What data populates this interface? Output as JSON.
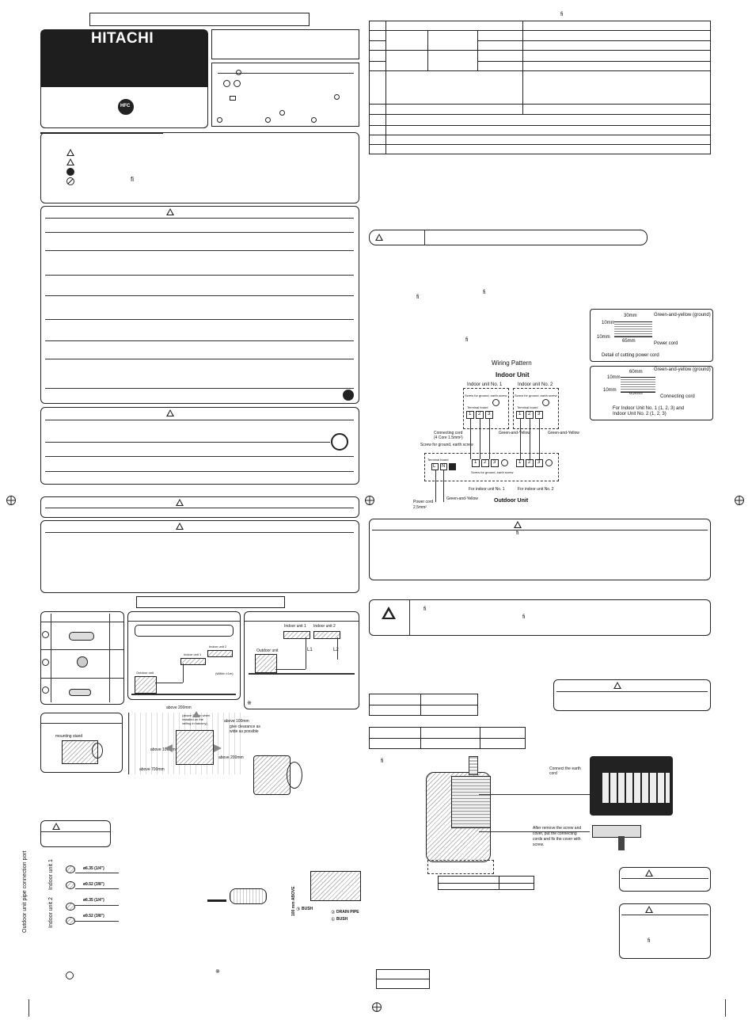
{
  "brand": {
    "logo": "HITACHI",
    "badge": "HFC"
  },
  "symbol_fi": "ﬁ",
  "wiring": {
    "title": "Wiring Pattern",
    "indoor_unit": "Indoor Unit",
    "indoor_no1": "Indoor unit No. 1",
    "indoor_no2": "Indoor unit No. 2",
    "screw_ground": "Screw for ground, earth screw",
    "terminal_board": "Terminal board",
    "terminals": [
      "1",
      "2",
      "3"
    ],
    "connecting_cord": "Connecting cord",
    "connecting_cord_spec": "(4 Core 1.5mm²)",
    "green_yellow": "Green-and-Yellow",
    "screw_ground_left": "Screw for ground, earth screw",
    "power_terminals": [
      "L",
      "N",
      "⏚"
    ],
    "for_no1": "For indoor unit No. 1",
    "for_no2": "For indoor unit No. 2",
    "outdoor_unit": "Outdoor Unit",
    "power_cord": "Power cord",
    "power_cord_spec": "2.5mm²",
    "ground_label": "Green-and-Yellow"
  },
  "cutting": {
    "power": {
      "top": "30mm",
      "left": "10mm",
      "left2": "10mm",
      "bottom": "65mm",
      "ground": "Green-and-yellow (ground)",
      "cord": "Power cord",
      "caption": "Detail of cutting power cord"
    },
    "connecting": {
      "top": "60mm",
      "left": "10mm",
      "left2": "10mm",
      "bottom": "65mm",
      "ground": "Green-and-yellow (ground)",
      "cord": "Connecting cord",
      "caption1": "For Indoor Unit No. 1 (1, 2, 3) and",
      "caption2": "Indoor Unit No. 2 (1, 2, 3)"
    }
  },
  "install": {
    "indoor1": "Indoor unit 1",
    "indoor2": "Indoor unit 2",
    "outdoor": "Outdoor unit",
    "l1": "L1",
    "l2": "L2",
    "within": "(Within ±1m)",
    "above200": "above 200mm",
    "above200_note1": "(above 50mm when",
    "above200_note2": "installed on the",
    "above200_note3": "ceiling in balcony)",
    "above100": "above 100mm",
    "above100b": "above 100mm",
    "give_clearance1": "give clearance as",
    "give_clearance2": "wide as possible",
    "above200b": "above 200mm",
    "above700": "above 700mm",
    "mounting_stand": "mounting stand",
    "above100_vert": "100 mm ABOVE",
    "drain_pipe": "DRAIN PIPE",
    "bush1": "BUSH",
    "bush2": "BUSH",
    "bush1_num": "③",
    "drain_num": "②",
    "bush2_num": "①"
  },
  "pipe": {
    "port_label": "Outdoor unit pipe connection port",
    "indoor1": "Indoor unit 1",
    "indoor2": "Indoor unit 2",
    "d1": "ø6.35 (1/4\")",
    "d2": "ø9.52 (3/8\")",
    "d3": "ø6.35 (1/4\")",
    "d4": "ø9.52 (3/8\")"
  },
  "connect": {
    "earth": "Connect the earth cord",
    "after1": "After remove the screw and",
    "after2": "cover, put the connecting",
    "after3": "cords and fix the cover with",
    "after4": "screw."
  }
}
